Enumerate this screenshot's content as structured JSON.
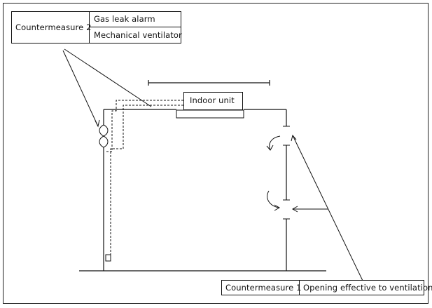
{
  "countermeasure2": {
    "label": "Countermeasure 2",
    "items": [
      "Gas leak alarm",
      "Mechanical ventilator"
    ]
  },
  "indoor_unit": {
    "label": "Indoor unit"
  },
  "countermeasure1": {
    "label": "Countermeasure 1",
    "description": "Opening effective to ventilation"
  }
}
